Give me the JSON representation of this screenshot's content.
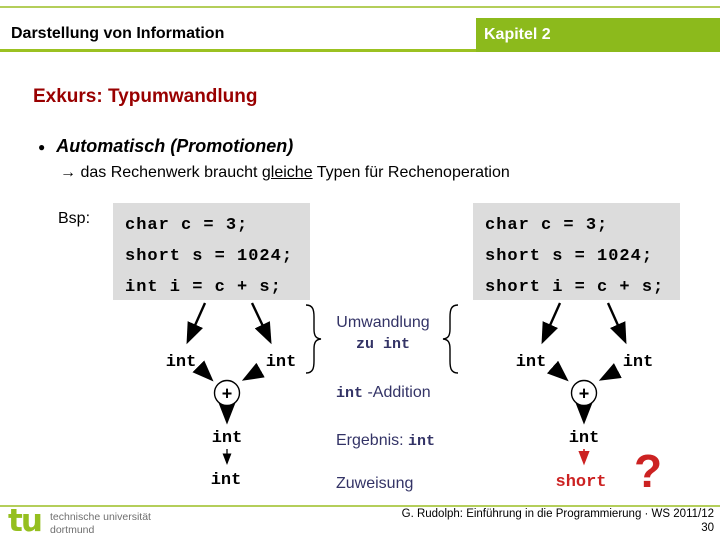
{
  "header": {
    "title": "Darstellung von Information",
    "chapter": "Kapitel 2"
  },
  "slide": {
    "subtitle": "Exkurs: Typumwandlung",
    "bullet_glyph": "●",
    "bullet": "Automatisch (Promotionen)",
    "note": {
      "arrow": "→",
      "pre": "das Rechenwerk braucht",
      "underlined": "gleiche",
      "post": "Typen für Rechenoperation"
    },
    "example_label": "Bsp:",
    "code_left": [
      "char c = 3;",
      "short s = 1024;",
      "int i = c + s;"
    ],
    "code_right": [
      "char c = 3;",
      "short s = 1024;",
      "short i = c + s;"
    ]
  },
  "diagram": {
    "left": {
      "operand1": "int",
      "operand2": "int",
      "operator": "+",
      "result": "int",
      "assigned": "int"
    },
    "right": {
      "operand1": "int",
      "operand2": "int",
      "operator": "+",
      "result": "int",
      "assigned": "short",
      "question_mark": "?"
    },
    "labels": {
      "umwandlung_line1": "Umwandlung",
      "umwandlung_line2": "zu int",
      "addition_type": "int",
      "addition_suffix": "-Addition",
      "ergebnis_prefix": "Ergebnis:",
      "ergebnis_type": "int",
      "zuweisung": "Zuweisung"
    }
  },
  "footer": {
    "logo_mark": "tu",
    "logo_line1": "technische universität",
    "logo_line2": "dortmund",
    "credit": "G. Rudolph: Einführung in die Programmierung · WS 2011/12",
    "page": "30"
  },
  "colors": {
    "accent_green": "#8CBA1C",
    "light_green": "#B4CE5A",
    "title_red": "#990000",
    "navy": "#333366",
    "alert_red": "#CC2222",
    "code_bg": "#DCDCDC"
  }
}
